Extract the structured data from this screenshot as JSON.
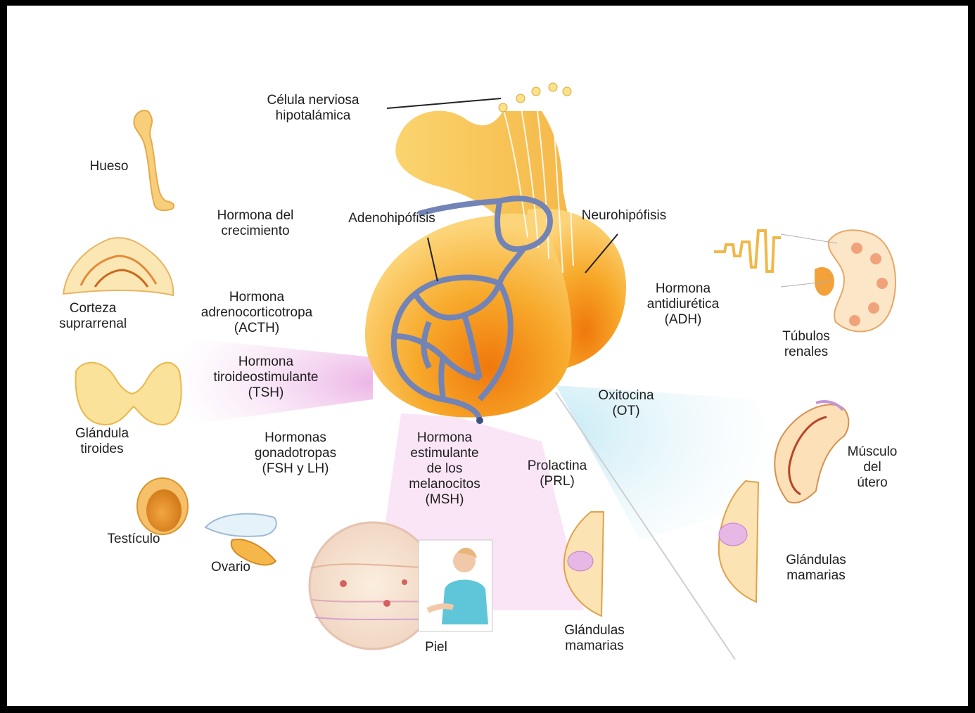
{
  "labels": {
    "celula_nerviosa": "Célula nerviosa\nhipotalámica",
    "adenohipofisis": "Adenohipófisis",
    "neurohipofisis": "Neurohipófisis",
    "hueso": "Hueso",
    "hormona_crecimiento": "Hormona del\ncrecimiento",
    "corteza_suprarrenal": "Corteza\nsuprarrenal",
    "acth": "Hormona\nadrenocorticotropa\n(ACTH)",
    "tsh": "Hormona\ntiroideostimulante\n(TSH)",
    "glandula_tiroides": "Glándula\ntiroides",
    "gonadotropas": "Hormonas\ngonadotropas\n(FSH y LH)",
    "testiculo": "Testículo",
    "ovario": "Ovario",
    "msh": "Hormona\nestimulante\nde los\nmelanocitos\n(MSH)",
    "piel": "Piel",
    "prolactina": "Prolactina\n(PRL)",
    "glandulas_mamarias_centro": "Glándulas\nmamarias",
    "adh": "Hormona\nantidiurética\n(ADH)",
    "tubulos_renales": "Túbulos\nrenales",
    "oxitocina": "Oxitocina\n(OT)",
    "musculo_utero": "Músculo\ndel\nútero",
    "glandulas_mamarias_derecha": "Glándulas\nmamarias"
  },
  "colors": {
    "gland_orange": "#f29a1a",
    "gland_yellow": "#fbd06a",
    "vessel_blue": "#6f82b8",
    "ray_pink": "#f0b6e6",
    "ray_cyan": "#cfeef7",
    "border": "#000000",
    "background": "#ffffff"
  }
}
